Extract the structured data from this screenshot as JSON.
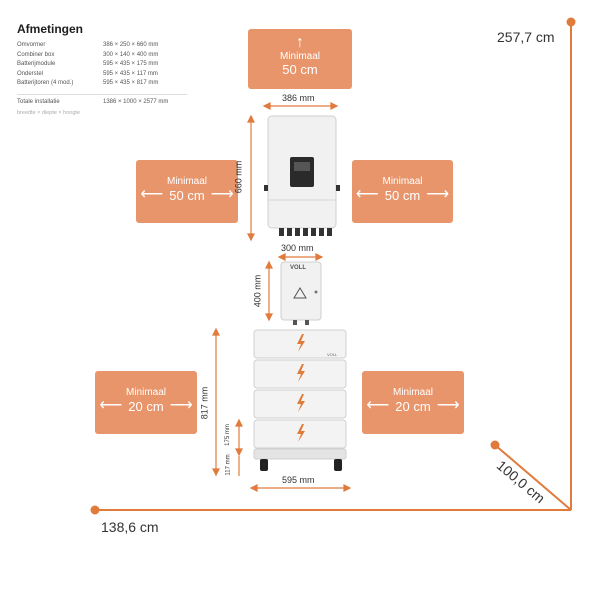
{
  "spec": {
    "title": "Afmetingen",
    "rows": [
      {
        "label": "Omvormer",
        "value": "386 × 250 × 660 mm"
      },
      {
        "label": "Combiner box",
        "value": "300 × 140 × 400 mm"
      },
      {
        "label": "Batterijmodule",
        "value": "595 × 435 × 175 mm"
      },
      {
        "label": "Onderstel",
        "value": "595 × 435 × 117 mm"
      },
      {
        "label": "Batterijtoren (4 mod.)",
        "value": "595 × 435 × 817 mm"
      }
    ],
    "total_label": "Totale installatie",
    "total_value": "1386 × 1000 × 2577 mm",
    "note": "breedte × diepte × hoogte"
  },
  "clearances": {
    "top": {
      "label": "Minimaal",
      "value": "50 cm"
    },
    "inverter_left": {
      "label": "Minimaal",
      "value": "50 cm"
    },
    "inverter_right": {
      "label": "Minimaal",
      "value": "50 cm"
    },
    "battery_left": {
      "label": "Minimaal",
      "value": "20 cm"
    },
    "battery_right": {
      "label": "Minimaal",
      "value": "20 cm"
    }
  },
  "dimensions": {
    "inverter_width": "386 mm",
    "inverter_height": "660 mm",
    "combiner_width": "300 mm",
    "combiner_height": "400 mm",
    "tower_height": "817 mm",
    "module_height": "175 mm",
    "base_height": "117 mm",
    "tower_width": "595 mm"
  },
  "room": {
    "height": "257,7 cm",
    "depth": "100,0 cm",
    "width": "138,6 cm"
  },
  "combiner_brand": "VOLL",
  "module_brand": "VOLL",
  "colors": {
    "accent": "#e8956b",
    "line": "#e07b3c",
    "device": "#f1f1f1"
  }
}
